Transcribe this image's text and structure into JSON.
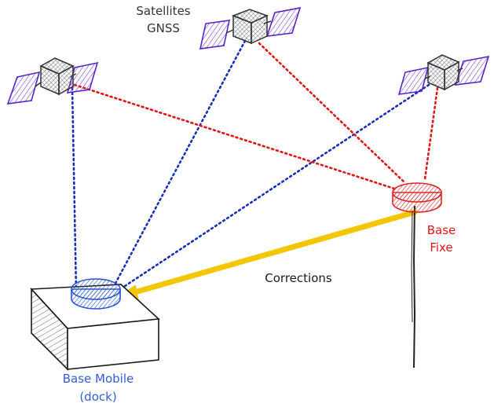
{
  "labels": {
    "satellites_line1": "Satellites",
    "satellites_line2": "GNSS",
    "base_fixe_line1": "Base",
    "base_fixe_line2": "Fixe",
    "corrections": "Corrections",
    "base_mobile_line1": "Base Mobile",
    "base_mobile_line2": "(dock)"
  },
  "colors": {
    "blue_link": "#1a2fb8",
    "red_link": "#e01616",
    "correction_arrow": "#f2c600",
    "satellite_panel": "#6b2fd6",
    "satellite_body": "#5a6068",
    "base_fixe": "#e03030",
    "base_mobile": "#2f5fd8",
    "outline": "#1a1a1a"
  }
}
